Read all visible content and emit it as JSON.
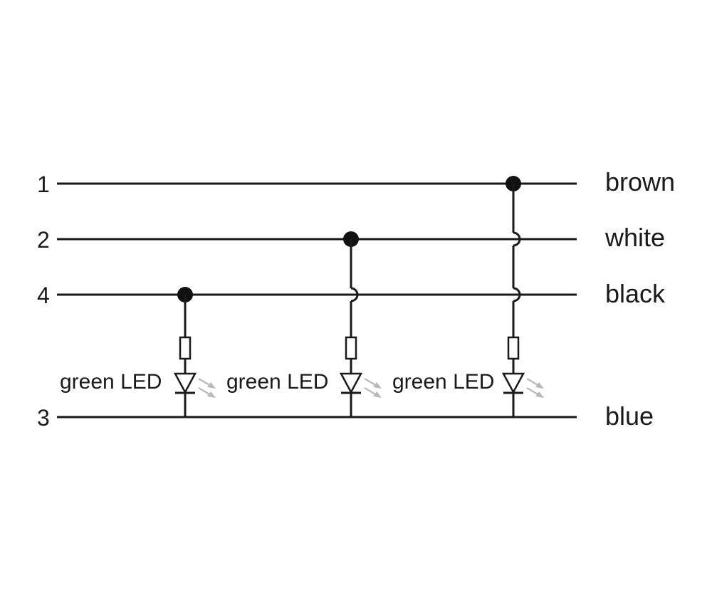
{
  "lines": [
    {
      "pin": "1",
      "color_name": "brown"
    },
    {
      "pin": "2",
      "color_name": "white"
    },
    {
      "pin": "4",
      "color_name": "black"
    },
    {
      "pin": "3",
      "color_name": "blue"
    }
  ],
  "branches": [
    {
      "from_pin": "4",
      "to_pin": "3",
      "label": "green LED"
    },
    {
      "from_pin": "2",
      "to_pin": "3",
      "label": "green LED"
    },
    {
      "from_pin": "1",
      "to_pin": "3",
      "label": "green LED"
    }
  ],
  "colors": {
    "wire": "#1a1a1a",
    "node": "#111111",
    "light_ray": "#b9b9b9",
    "background": "#ffffff"
  }
}
